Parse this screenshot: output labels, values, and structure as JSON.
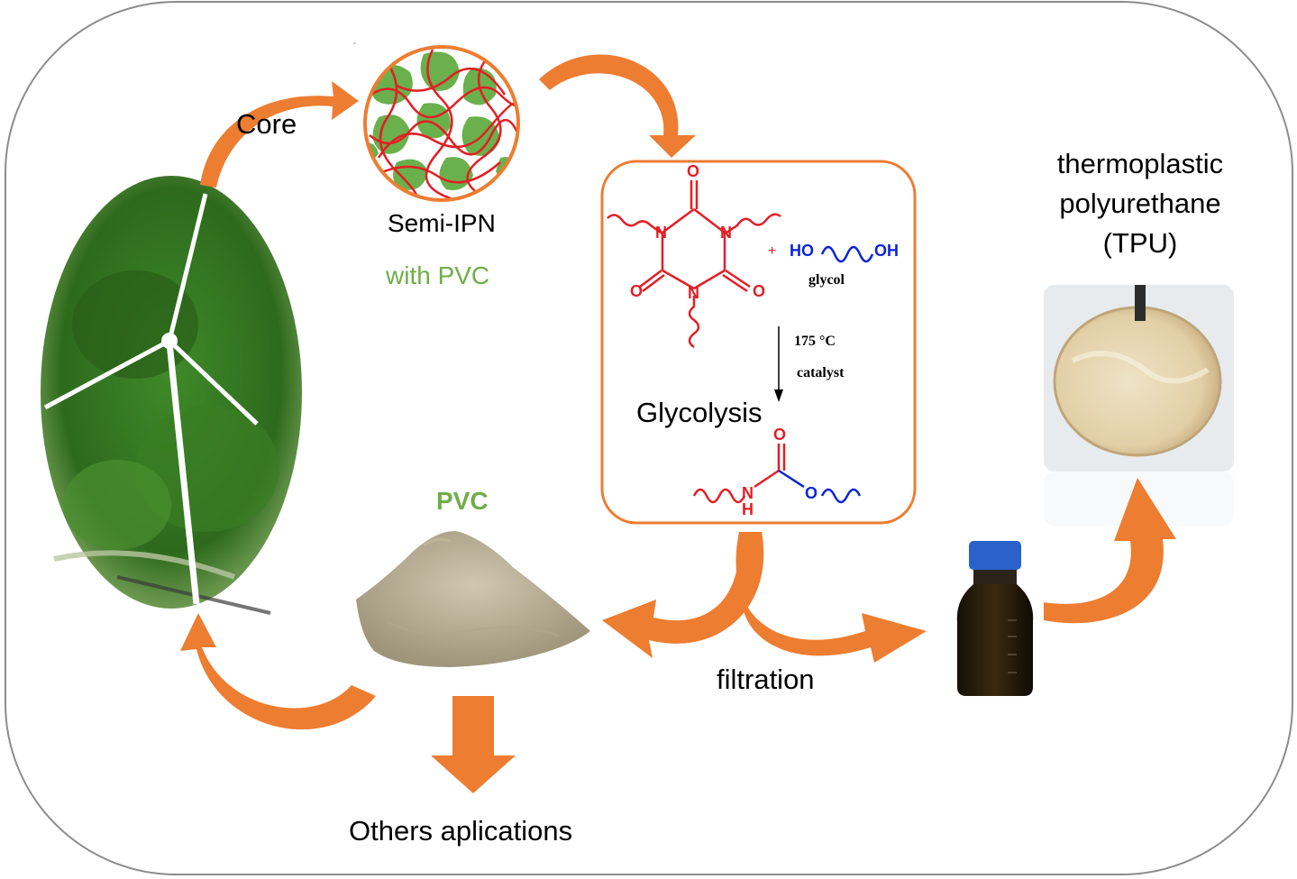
{
  "labels": {
    "core": "Core",
    "semi_ipn": "Semi-IPN",
    "with_pvc": "with PVC",
    "pvc": "PVC",
    "tpu_line1": "thermoplastic",
    "tpu_line2": "polyurethane",
    "tpu_line3": "(TPU)",
    "glycolysis": "Glycolysis",
    "filtration": "filtration",
    "others": "Others aplications",
    "plus": "+",
    "glycol": "glycol",
    "temperature": "175 °C",
    "catalyst": "catalyst"
  },
  "chem": {
    "oxygen": "O",
    "nitrogen": "N",
    "hydrogen": "H",
    "ho": "HO",
    "oh": "OH"
  },
  "colors": {
    "arrow": "#ed7d31",
    "frame": "#8c8c8c",
    "red": "#e31e24",
    "blue": "#0b24d6",
    "green": "#70ad47"
  }
}
